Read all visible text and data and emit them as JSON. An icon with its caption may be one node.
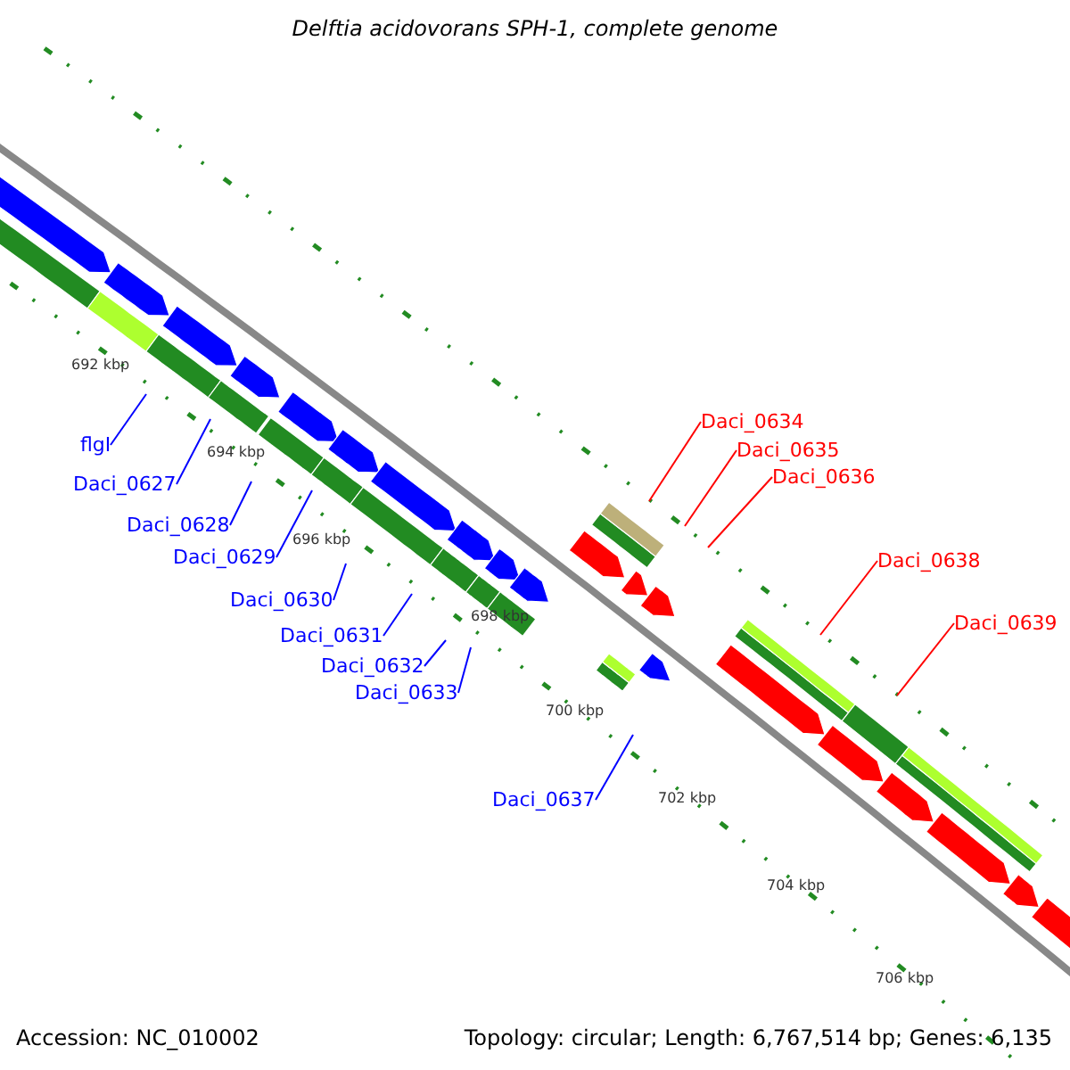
{
  "diagram": {
    "title": "Delftia acidovorans SPH-1, complete genome",
    "nodes": [
      {
        "text": [
          "Daci_0634"
        ]
      },
      {
        "text": [
          "flgI"
        ]
      },
      {
        "text": [
          "Daci_0635"
        ]
      },
      {
        "text": [
          "Daci_0636"
        ]
      },
      {
        "text": [
          "Daci_0627"
        ]
      },
      {
        "text": [
          "Daci_0628"
        ]
      },
      {
        "text": [
          "Daci_0629"
        ]
      },
      {
        "text": [
          "Daci_0638"
        ]
      },
      {
        "text": [
          "Daci_0630"
        ]
      },
      {
        "text": [
          "Daci_0639"
        ]
      },
      {
        "text": [
          "Daci_0631"
        ]
      },
      {
        "text": [
          "Daci_0632"
        ]
      },
      {
        "text": [
          "Daci_0633"
        ]
      },
      {
        "text": [
          "Daci_0637"
        ]
      }
    ],
    "edges": [
      {
        "from": 0,
        "to": null,
        "arrow": "none",
        "color": "#ff0000"
      },
      {
        "from": 1,
        "to": null,
        "arrow": "none"
      },
      {
        "from": 2,
        "to": null,
        "arrow": "none",
        "color": "#ff0000"
      },
      {
        "from": 3,
        "to": null,
        "arrow": "none",
        "color": "#ff0000"
      },
      {
        "from": 4,
        "to": null,
        "arrow": "none"
      },
      {
        "from": 5,
        "to": null,
        "arrow": "none"
      },
      {
        "from": 6,
        "to": null,
        "arrow": "none"
      },
      {
        "from": 7,
        "to": null,
        "arrow": "none",
        "color": "#ff0000"
      },
      {
        "from": 8,
        "to": null,
        "arrow": "none"
      },
      {
        "from": 9,
        "to": null,
        "arrow": "none",
        "color": "#ff0000"
      },
      {
        "from": 10,
        "to": null,
        "arrow": "none"
      },
      {
        "from": 11,
        "to": null,
        "arrow": "none"
      },
      {
        "from": 12,
        "to": null,
        "arrow": "none"
      },
      {
        "from": 13,
        "to": null,
        "arrow": "none"
      }
    ],
    "labels": [
      "692 kbp",
      "694 kbp",
      "696 kbp",
      "698 kbp",
      "700 kbp",
      "702 kbp",
      "704 kbp",
      "706 kbp",
      "Accession: NC_010002",
      "Topology: circular; Length: 6,767,514 bp; Genes: 6,135"
    ]
  }
}
